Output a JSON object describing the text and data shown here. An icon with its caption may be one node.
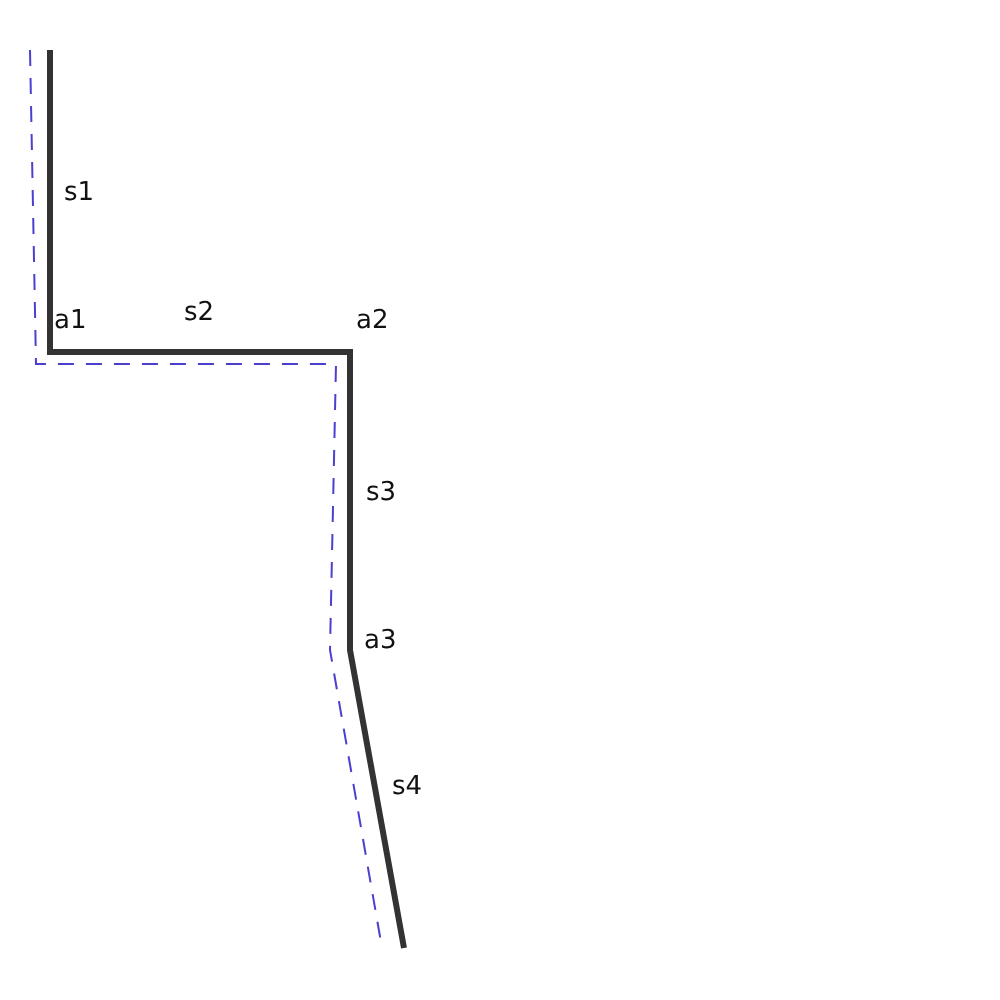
{
  "diagram": {
    "labels": [
      "s1",
      "a1",
      "s2",
      "a2",
      "s3",
      "a3",
      "s4"
    ]
  }
}
